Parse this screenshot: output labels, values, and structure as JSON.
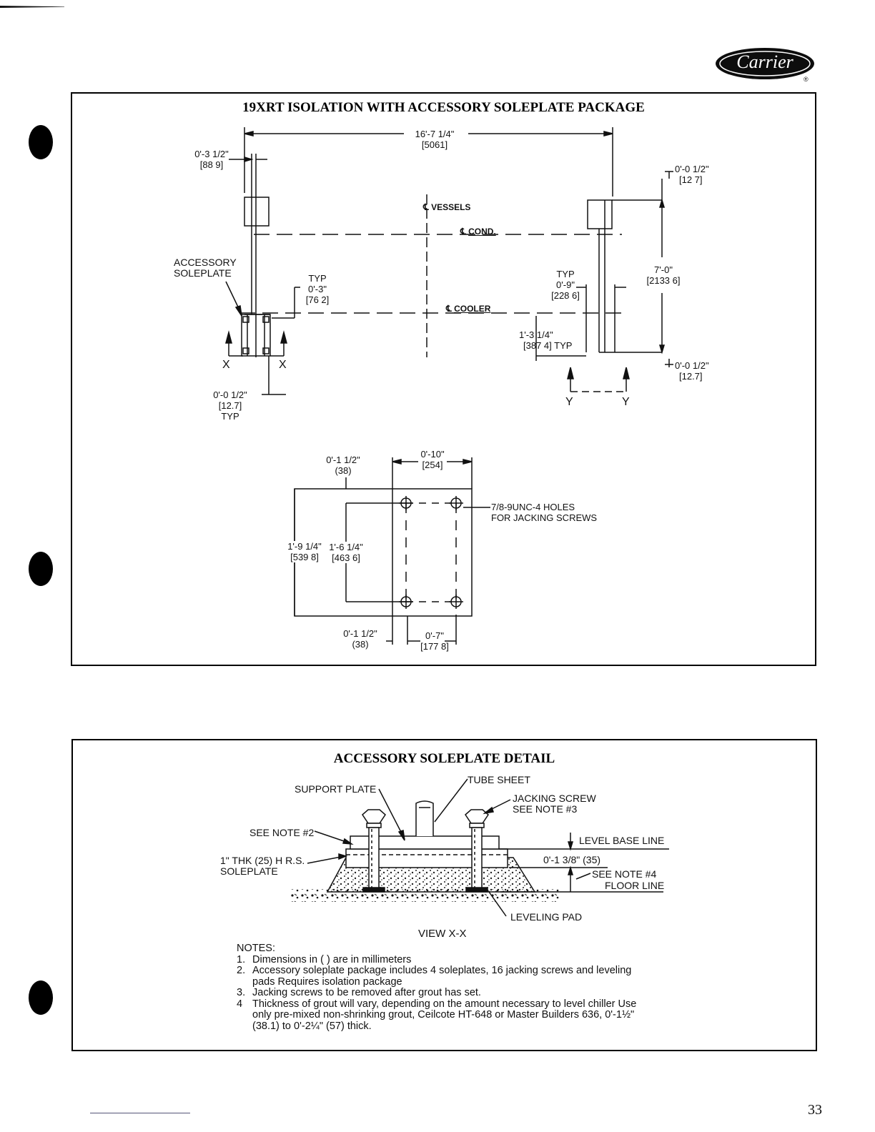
{
  "brand": {
    "logo_text": "Carrier",
    "registered_mark": "®"
  },
  "page_number": "33",
  "top_figure": {
    "title": "19XRT ISOLATION WITH ACCESSORY SOLEPLATE PACKAGE",
    "overall_width": {
      "value": "16'-7 1/4\"",
      "metric": "[5061]"
    },
    "left_offset": {
      "value": "0'-3 1/2\"",
      "metric": "[88 9]"
    },
    "right_top_gap": {
      "value": "0'-0 1/2\"",
      "metric": "[12 7]"
    },
    "vessels_label": "VESSELS",
    "cond_label": "COND.",
    "cooler_label": "COOLER",
    "centerline_symbol": "℄",
    "accessory_soleplate": {
      "line1": "ACCESSORY",
      "line2": "SOLEPLATE"
    },
    "left_typ": {
      "typ": "TYP",
      "value": "0'-3\"",
      "metric": "[76 2]"
    },
    "right_typ": {
      "typ": "TYP",
      "value": "0'-9\"",
      "metric": "[228 6]"
    },
    "height_dim": {
      "value": "7'-0\"",
      "metric": "[2133 6]"
    },
    "cooler_offset": {
      "value": "1'-3 1/4\"",
      "metric": "[387 4] TYP"
    },
    "right_bottom_gap": {
      "value": "0'-0 1/2\"",
      "metric": "[12.7]"
    },
    "left_bottom_gap": {
      "value": "0'-0 1/2\"",
      "metric": "[12.7]",
      "typ": "TYP"
    },
    "section_x": "X",
    "section_y": "Y",
    "plate": {
      "width": {
        "value": "0'-10\"",
        "metric": "[254]"
      },
      "top_edge": {
        "value": "0'-1 1/2\"",
        "metric": "(38)"
      },
      "length": {
        "value": "1'-9 1/4\"",
        "metric": "[539 8]"
      },
      "hole_spacing": {
        "value": "1'-6 1/4\"",
        "metric": "[463 6]"
      },
      "holes_note": {
        "line1": "7/8-9UNC-4 HOLES",
        "line2": "FOR JACKING SCREWS"
      },
      "bottom_edge": {
        "value": "0'-1 1/2\"",
        "metric": "(38)"
      },
      "hole_width": {
        "value": "0'-7\"",
        "metric": "[177 8]"
      }
    }
  },
  "bottom_figure": {
    "title": "ACCESSORY SOLEPLATE DETAIL",
    "tube_sheet": "TUBE SHEET",
    "support_plate": "SUPPORT PLATE",
    "jacking_screw": {
      "line1": "JACKING SCREW",
      "line2": "SEE NOTE #3"
    },
    "see_note_2": "SEE NOTE #2",
    "level_base_line": "LEVEL BASE LINE",
    "soleplate": {
      "line1": "1\" THK (25) H R.S.",
      "line2": "SOLEPLATE"
    },
    "grout_dim": "0'-1 3/8\" (35)",
    "see_note_4": "SEE NOTE #4",
    "floor_line": "FLOOR LINE",
    "leveling_pad": "LEVELING PAD",
    "view_label": "VIEW X-X",
    "notes_header": "NOTES:",
    "notes": [
      {
        "num": "1.",
        "text": "Dimensions in (    ) are in millimeters"
      },
      {
        "num": "2.",
        "text": "Accessory soleplate package includes 4 soleplates, 16 jacking screws and leveling pads  Requires isolation package"
      },
      {
        "num": "3.",
        "text": "Jacking screws to be removed after grout has set."
      },
      {
        "num": "4",
        "text": "Thickness of grout will vary, depending on the amount necessary to level chiller Use only pre-mixed non-shrinking grout, Ceilcote HT-648 or Master Builders 636, 0'-1½\" (38.1) to 0'-2¼\" (57) thick."
      }
    ]
  },
  "colors": {
    "ink": "#111111",
    "paper": "#ffffff",
    "logo_fill": "#0d0d0d"
  }
}
